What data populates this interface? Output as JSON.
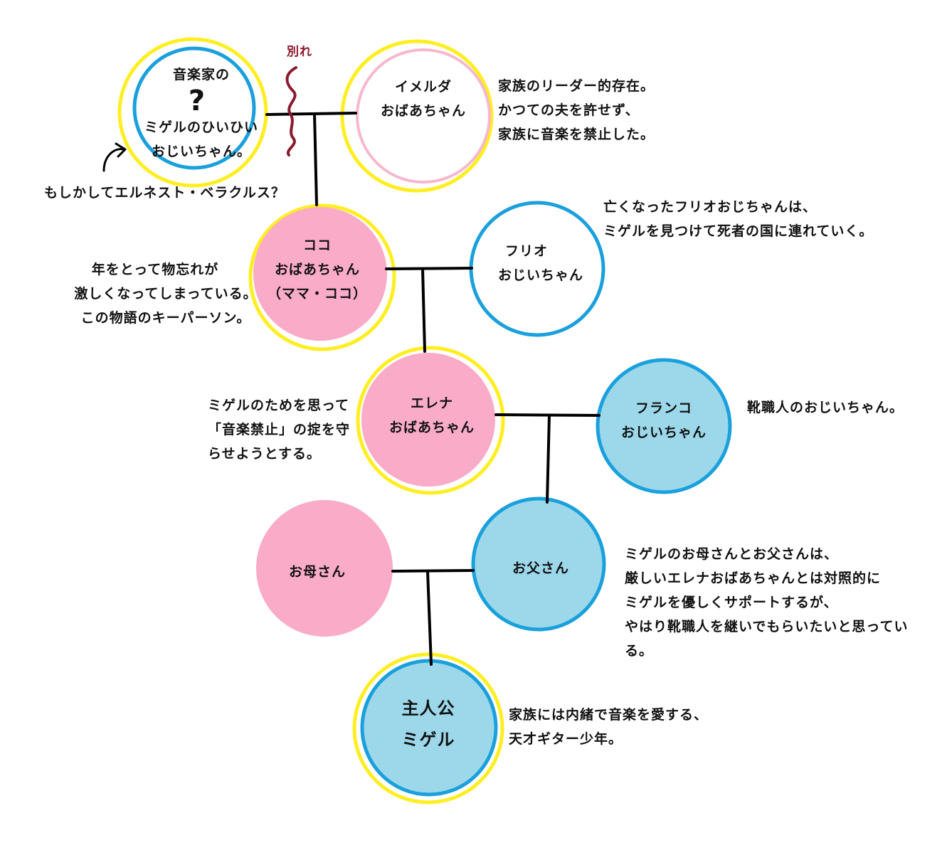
{
  "colors": {
    "yellow": "#ffee22",
    "blue": "#1aa0dd",
    "pink_ring": "#f7b8ce",
    "pink_fill": "#f9abc8",
    "lightblue_fill": "#9cd8ea",
    "black": "#000000",
    "maroon": "#8b1a2e"
  },
  "nodes": {
    "ancestor": {
      "line1": "音楽家の",
      "mark": "?",
      "line2": "ミゲルのひいひい",
      "line3": "おじいちゃん。"
    },
    "imelda": {
      "line1": "イメルダ",
      "line2": "おばあちゃん"
    },
    "coco": {
      "line1": "ココ",
      "line2": "おばあちゃん",
      "line3": "（ママ・ココ）"
    },
    "julio": {
      "line1": "フリオ",
      "line2": "おじいちゃん"
    },
    "elena": {
      "line1": "エレナ",
      "line2": "おばあちゃん"
    },
    "franco": {
      "line1": "フランコ",
      "line2": "おじいちゃん"
    },
    "mother": {
      "line1": "お母さん"
    },
    "father": {
      "line1": "お父さん"
    },
    "miguel": {
      "line1": "主人公",
      "line2": "ミゲル"
    }
  },
  "separation_label": "別れ",
  "notes": {
    "ancestor": "もしかしてエルネスト・ベラクルス？",
    "imelda": [
      "家族のリーダー的存在。",
      "かつての夫を許せず、",
      "家族に音楽を禁止した。"
    ],
    "julio": [
      "亡くなったフリオおじちゃんは、",
      "ミゲルを見つけて死者の国に連れていく。"
    ],
    "coco": [
      "年をとって物忘れが",
      "激しくなってしまっている。",
      "この物語のキーパーソン。"
    ],
    "elena": [
      "ミゲルのためを思って",
      "「音楽禁止」の掟を守",
      "らせようとする。"
    ],
    "franco": "靴職人のおじいちゃん。",
    "parents": [
      "ミゲルのお母さんとお父さんは、",
      "厳しいエレナおばあちゃんとは対照的に",
      "ミゲルを優しくサポートするが、",
      "やはり靴職人を継いでもらいたいと思ってい",
      "る。"
    ],
    "miguel": [
      "家族には内緒で音楽を愛する、",
      "天才ギター少年。"
    ]
  }
}
